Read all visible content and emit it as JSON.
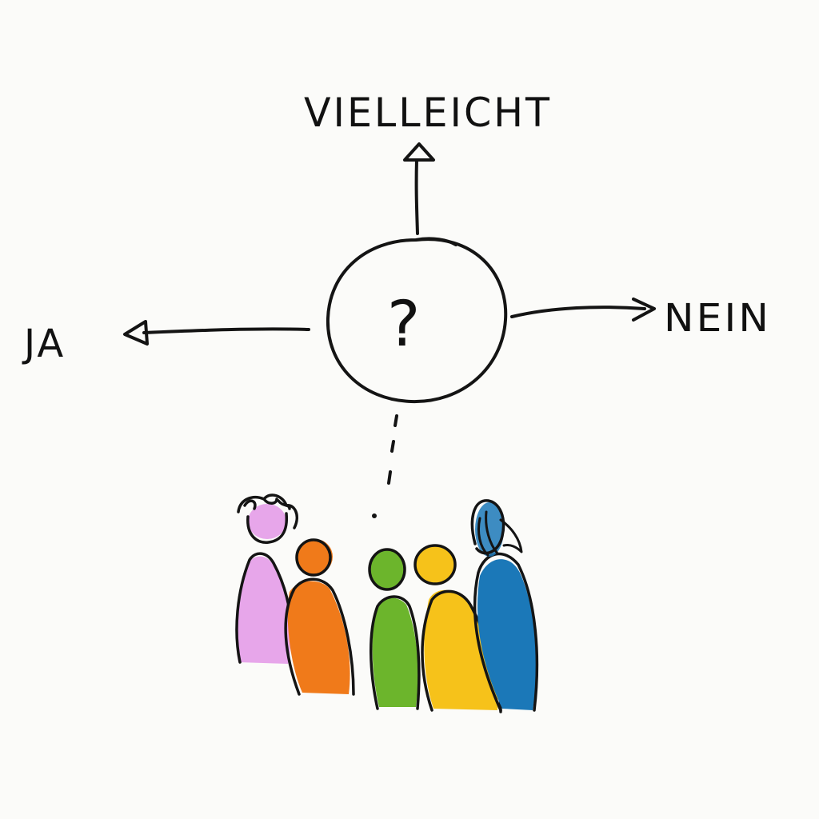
{
  "labels": {
    "top": "VIELLEICHT",
    "left": "JA",
    "right": "NEIN",
    "center": "?"
  },
  "people": [
    {
      "name": "person-pink",
      "color": "#e7a6ea"
    },
    {
      "name": "person-orange",
      "color": "#f07a1a"
    },
    {
      "name": "person-green",
      "color": "#6cb52c"
    },
    {
      "name": "person-yellow",
      "color": "#f6c21a"
    },
    {
      "name": "person-blue",
      "color": "#1b78b8"
    }
  ],
  "colors": {
    "ink": "#141414",
    "background": "#fbfbf9"
  }
}
